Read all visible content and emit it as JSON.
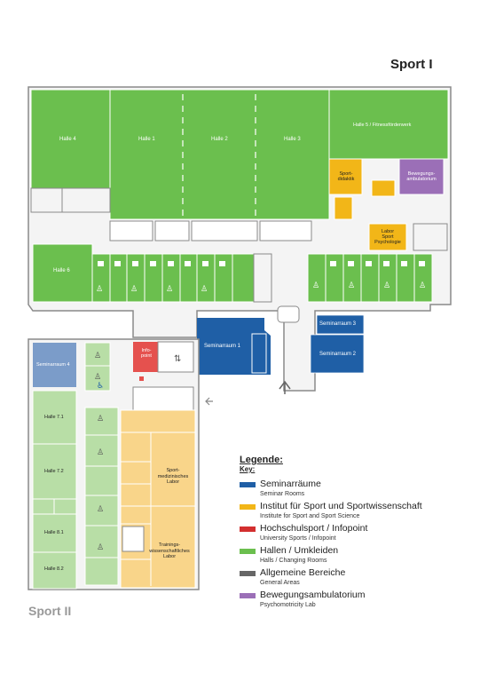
{
  "titles": {
    "sport1": "Sport I",
    "sport2": "Sport II"
  },
  "colors": {
    "halls": "#6bbf4e",
    "halls_light": "#b8dea6",
    "seminar": "#1f5fa6",
    "seminar_light": "#7b9cc9",
    "institute": "#f2b618",
    "institute_light": "#f9d58a",
    "university_sports": "#e5514e",
    "general": "#666666",
    "psychomotor": "#9b6fb7",
    "corridor": "#ffffff",
    "wall": "#8a8a8a"
  },
  "rooms": {
    "halle4": "Halle 4",
    "halle1": "Halle 1",
    "halle2": "Halle 2",
    "halle3": "Halle 3",
    "halle5": "Halle 5 / Fitnessförderwerk",
    "sportdidaktik": [
      "Sport-",
      "didaktik"
    ],
    "bewegungsambulatorium": [
      "Bewegungs-",
      "ambulatorium"
    ],
    "labor_psych": [
      "Labor",
      "Sport",
      "Psychologie"
    ],
    "halle6": "Halle 6",
    "seminarraum1": "Seminarraum 1",
    "seminarraum3": "Seminarraum 3",
    "seminarraum2": "Seminarraum 2",
    "infopoint": [
      "Info-",
      "point"
    ],
    "seminarraum4": "Seminarraum 4",
    "halle71": "Halle 7.1",
    "halle72": "Halle 7.2",
    "halle81": "Halle 8.1",
    "halle82": "Halle 8.2",
    "sportmed": [
      "Sport-",
      "medizinisches",
      "Labor"
    ],
    "training": [
      "Trainings-",
      "wissenschaftliches",
      "Labor"
    ]
  },
  "legend": {
    "title": "Legende:",
    "key": "Key:",
    "items": [
      {
        "label": "Seminarräume",
        "sub": "Seminar Rooms",
        "color": "#1f5fa6"
      },
      {
        "label": "Institut für Sport und Sportwissenschaft",
        "sub": "Institute for Sport and Sport Science",
        "color": "#f2b618"
      },
      {
        "label": "Hochschulsport / Infopoint",
        "sub": "University Sports / Infopoint",
        "color": "#d32f2f"
      },
      {
        "label": "Hallen / Umkleiden",
        "sub": "Halls / Changing Rooms",
        "color": "#6bbf4e"
      },
      {
        "label": "Allgemeine Bereiche",
        "sub": "General Areas",
        "color": "#666666"
      },
      {
        "label": "Bewegungsambulatorium",
        "sub": "Psychomotricity Lab",
        "color": "#9b6fb7"
      }
    ]
  }
}
